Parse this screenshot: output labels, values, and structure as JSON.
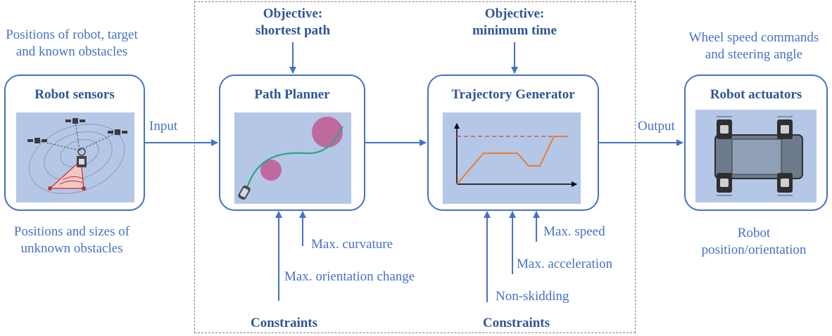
{
  "left_top_text": [
    "Positions of robot, target",
    "and known obstacles"
  ],
  "left_bottom_text": [
    "Positions and sizes of",
    "unknown obstacles"
  ],
  "right_top_text": [
    "Wheel speed commands",
    "and steering angle"
  ],
  "right_bottom_text": [
    "Robot",
    "position/orientation"
  ],
  "blocks": {
    "sensors": "Robot sensors",
    "planner": "Path Planner",
    "trajectory": "Trajectory Generator",
    "actuators": "Robot actuators"
  },
  "arrows": {
    "input": "Input",
    "output": "Output"
  },
  "objectives": {
    "planner": [
      "Objective:",
      "shortest path"
    ],
    "trajectory": [
      "Objective:",
      "minimum time"
    ]
  },
  "planner_constraints": {
    "max_curvature": "Max. curvature",
    "max_orientation": "Max. orientation change",
    "label": "Constraints"
  },
  "trajectory_constraints": {
    "max_speed": "Max. speed",
    "max_acceleration": "Max. acceleration",
    "non_skidding": "Non-skidding",
    "label": "Constraints"
  },
  "colors": {
    "accent": "#4472c4",
    "bold_text": "#2f5597",
    "panel": "#b4c7e7",
    "obstacle": "#c0699e",
    "path": "#2ea77a",
    "trajectory": "#ed7d31",
    "limit": "#e05050"
  }
}
